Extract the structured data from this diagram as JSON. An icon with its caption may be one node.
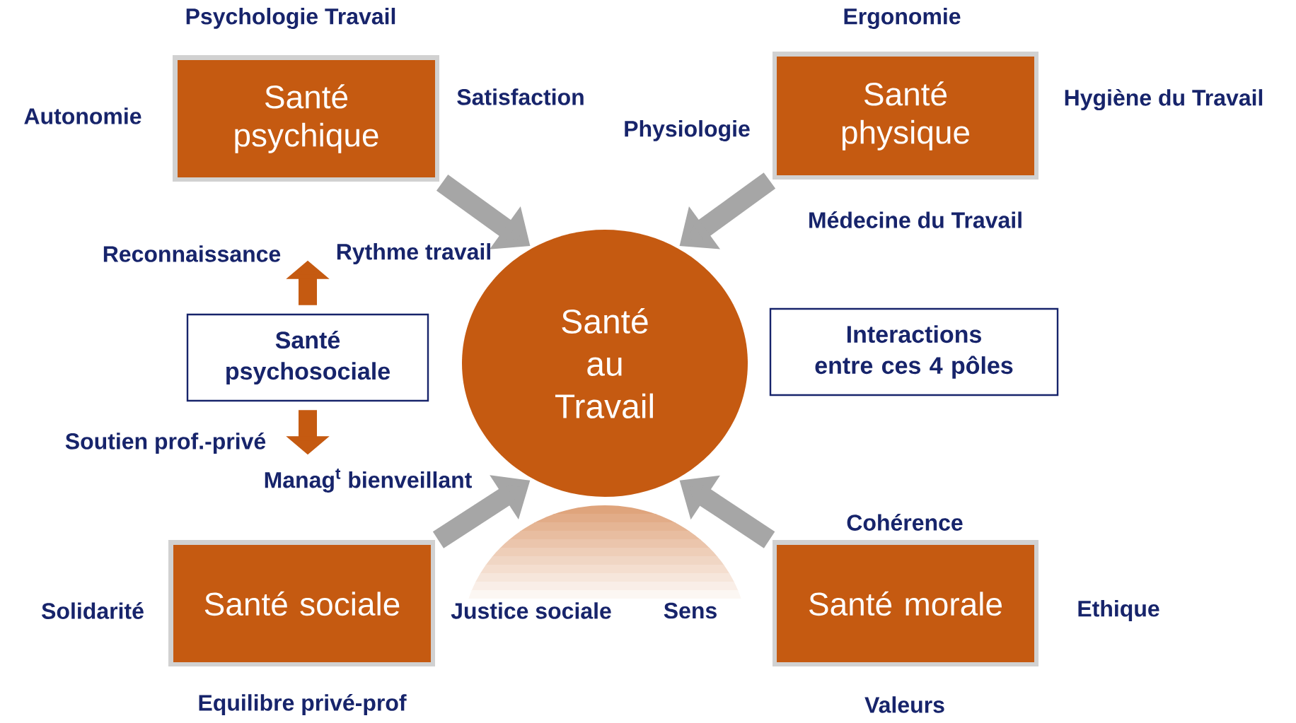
{
  "diagram": {
    "nodes": [
      {
        "text": [
          "Santé au Travail"
        ]
      },
      {
        "text": [
          "Santé psychique"
        ]
      },
      {
        "text": [
          "Santé physique"
        ]
      },
      {
        "text": [
          "Santé psychosociale"
        ]
      },
      {
        "text": [
          "Santé sociale"
        ]
      },
      {
        "text": [
          "Santé morale"
        ]
      },
      {
        "text": [
          "Interactions entre ces 4 pôles"
        ]
      }
    ],
    "edges": [
      {
        "from": 1,
        "to": 0,
        "arrow": "to"
      },
      {
        "from": 2,
        "to": 0,
        "arrow": "to"
      },
      {
        "from": 4,
        "to": 0,
        "arrow": "to"
      },
      {
        "from": 5,
        "to": 0,
        "arrow": "to"
      },
      {
        "from": 3,
        "to": null,
        "arrow": "to",
        "color": "#c55a11"
      },
      {
        "from": 3,
        "to": null,
        "arrow": "to",
        "color": "#c55a11"
      }
    ],
    "labels": [
      "Psychologie Travail",
      "Ergonomie",
      "Autonomie",
      "Satisfaction",
      "Hygiène du Travail",
      "Physiologie",
      "Médecine du Travail",
      "Reconnaissance",
      "Rythme travail",
      "Soutien prof.-privé",
      "Manag$^{t}$ bienveillant",
      "Cohérence",
      "Solidarité",
      "Justice sociale",
      "Sens",
      "Ethique",
      "Equilibre privé-prof",
      "Valeurs"
    ]
  }
}
